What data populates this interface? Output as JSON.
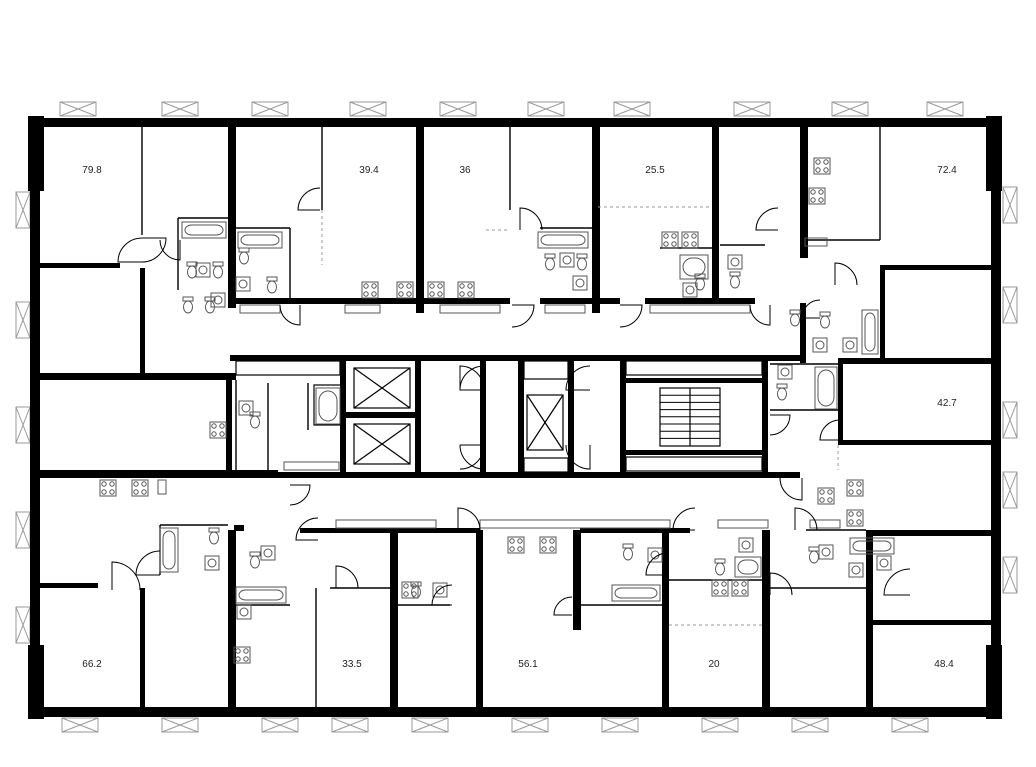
{
  "plan": {
    "wall_color": "#000000",
    "fixture_color": "#555555",
    "background": "#ffffff",
    "apartments": [
      {
        "id": "apt-1",
        "area": "79.8"
      },
      {
        "id": "apt-2",
        "area": "39.4"
      },
      {
        "id": "apt-3",
        "area": "36"
      },
      {
        "id": "apt-4",
        "area": "25.5"
      },
      {
        "id": "apt-5",
        "area": "72.4"
      },
      {
        "id": "apt-6",
        "area": "42.7"
      },
      {
        "id": "apt-7",
        "area": "66.2"
      },
      {
        "id": "apt-8",
        "area": "33.5"
      },
      {
        "id": "apt-9",
        "area": "56.1"
      },
      {
        "id": "apt-10",
        "area": "20"
      },
      {
        "id": "apt-11",
        "area": "48.4"
      }
    ],
    "icons": [
      "elevator-icon",
      "stair-icon",
      "bathtub-icon",
      "toilet-icon",
      "sink-icon",
      "stove-icon",
      "window-icon",
      "door-swing-icon"
    ]
  }
}
